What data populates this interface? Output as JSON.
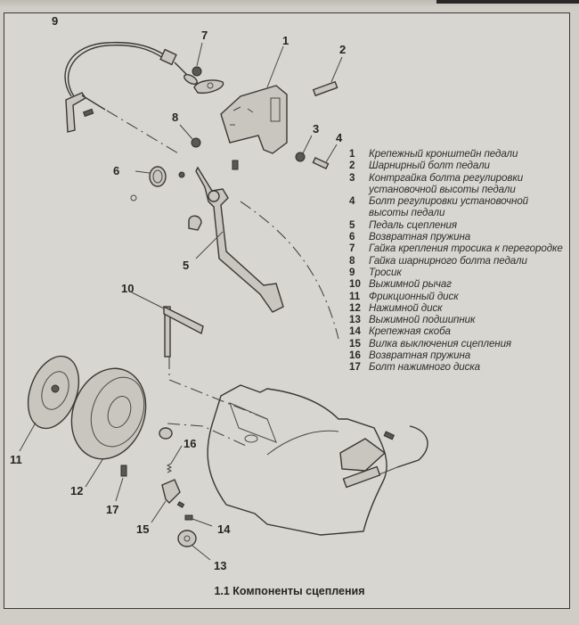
{
  "figure": {
    "caption": "1.1 Компоненты сцепления",
    "callouts": [
      {
        "id": "1",
        "label": "1"
      },
      {
        "id": "2",
        "label": "2"
      },
      {
        "id": "3",
        "label": "3"
      },
      {
        "id": "4",
        "label": "4"
      },
      {
        "id": "5",
        "label": "5"
      },
      {
        "id": "6",
        "label": "6"
      },
      {
        "id": "7",
        "label": "7"
      },
      {
        "id": "8",
        "label": "8"
      },
      {
        "id": "9",
        "label": "9"
      },
      {
        "id": "10",
        "label": "10"
      },
      {
        "id": "11",
        "label": "11"
      },
      {
        "id": "12",
        "label": "12"
      },
      {
        "id": "13",
        "label": "13"
      },
      {
        "id": "14",
        "label": "14"
      },
      {
        "id": "15",
        "label": "15"
      },
      {
        "id": "16",
        "label": "16"
      },
      {
        "id": "17",
        "label": "17"
      }
    ],
    "legend": [
      {
        "num": "1",
        "text": "Крепежный кронштейн педали"
      },
      {
        "num": "2",
        "text": "Шарнирный болт педали"
      },
      {
        "num": "3",
        "text": "Контргайка болта регулировки установочной высоты педали"
      },
      {
        "num": "4",
        "text": "Болт регулировки установочной высоты педали"
      },
      {
        "num": "5",
        "text": "Педаль сцепления"
      },
      {
        "num": "6",
        "text": "Возвратная пружина"
      },
      {
        "num": "7",
        "text": "Гайка крепления тросика к перегородке"
      },
      {
        "num": "8",
        "text": "Гайка шарнирного болта педали"
      },
      {
        "num": "9",
        "text": "Тросик"
      },
      {
        "num": "10",
        "text": "Выжимной рычаг"
      },
      {
        "num": "11",
        "text": "Фрикционный диск"
      },
      {
        "num": "12",
        "text": "Нажимной диск"
      },
      {
        "num": "13",
        "text": "Выжимной подшипник"
      },
      {
        "num": "14",
        "text": "Крепежная скоба"
      },
      {
        "num": "15",
        "text": "Вилка выключения сцепления"
      },
      {
        "num": "16",
        "text": "Возвратная пружина"
      },
      {
        "num": "17",
        "text": "Болт нажимного диска"
      }
    ]
  }
}
